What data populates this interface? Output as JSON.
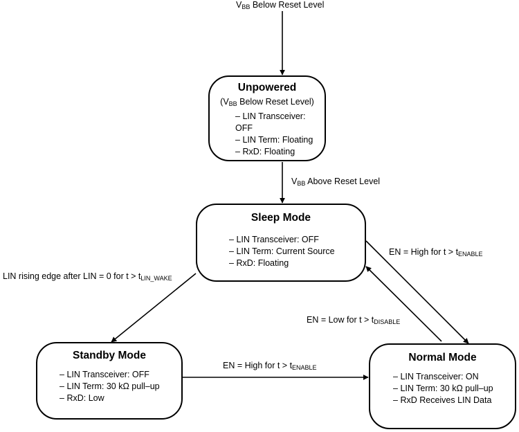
{
  "nodes": {
    "unpowered": {
      "title": "Unpowered",
      "subtitle_prefix": "(V",
      "subtitle_sub": "BB",
      "subtitle_suffix": " Below Reset Level)",
      "items": [
        "LIN Transceiver: OFF",
        "LIN Term: Floating",
        "RxD: Floating"
      ]
    },
    "sleep": {
      "title": "Sleep Mode",
      "items": [
        "LIN Transceiver: OFF",
        "LIN Term: Current Source",
        "RxD: Floating"
      ]
    },
    "standby": {
      "title": "Standby Mode",
      "items": [
        "LIN Transceiver: OFF",
        "LIN Term: 30 kΩ pull–up",
        "RxD: Low"
      ]
    },
    "normal": {
      "title": "Normal Mode",
      "items": [
        "LIN Transceiver: ON",
        "LIN Term: 30 kΩ pull–up",
        "RxD Receives LIN Data"
      ]
    }
  },
  "edges": {
    "entry": {
      "main": "V",
      "sub": "BB",
      "rest": " Below Reset Level"
    },
    "unpowered_to_sleep": {
      "main": "V",
      "sub": "BB",
      "rest": " Above Reset Level"
    },
    "sleep_to_normal": {
      "main": "EN = High for t > t",
      "sub": "ENABLE"
    },
    "normal_to_sleep": {
      "main": "EN = Low for t > t",
      "sub": "DISABLE"
    },
    "sleep_to_standby": {
      "main": "LIN rising edge after LIN = 0 for t > t",
      "sub": "LIN_WAKE"
    },
    "standby_to_normal": {
      "main": "EN = High for t > t",
      "sub": "ENABLE"
    }
  }
}
